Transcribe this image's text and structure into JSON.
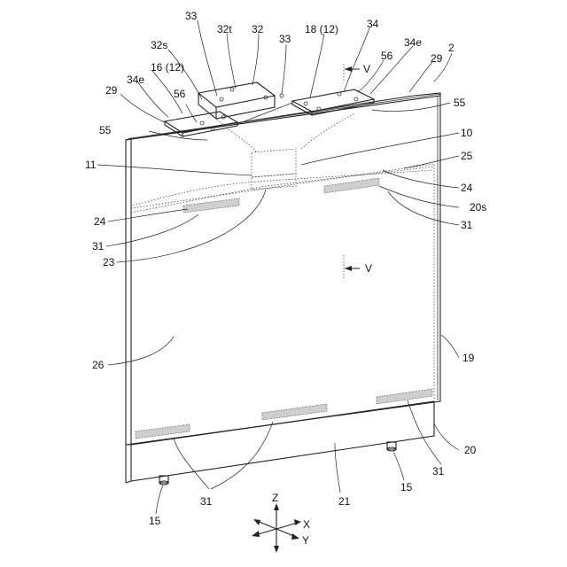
{
  "labels": {
    "l33a": "33",
    "l32t": "32t",
    "l32": "32",
    "l33b": "33",
    "l18": "18 (12)",
    "l34a": "34",
    "l32s": "32s",
    "l34e_r": "34e",
    "l2": "2",
    "l16": "16 (12)",
    "l56_r": "56",
    "l29_r": "29",
    "l34e_l": "34e",
    "lV_top": "V",
    "l29_l": "29",
    "l56_l": "56",
    "l55_r": "55",
    "l55_l": "55",
    "l10": "10",
    "l11": "11",
    "l25": "25",
    "l24_r": "24",
    "l24_l": "24",
    "l20s": "20s",
    "l31_r": "31",
    "l31_l": "31",
    "l23": "23",
    "lV_mid": "V",
    "l19": "19",
    "l26": "26",
    "l20": "20",
    "l31_br": "31",
    "l21": "21",
    "l31_b": "31",
    "l15_r": "15",
    "l15_l": "15",
    "axZ": "Z",
    "axX": "X",
    "axY": "Y"
  }
}
